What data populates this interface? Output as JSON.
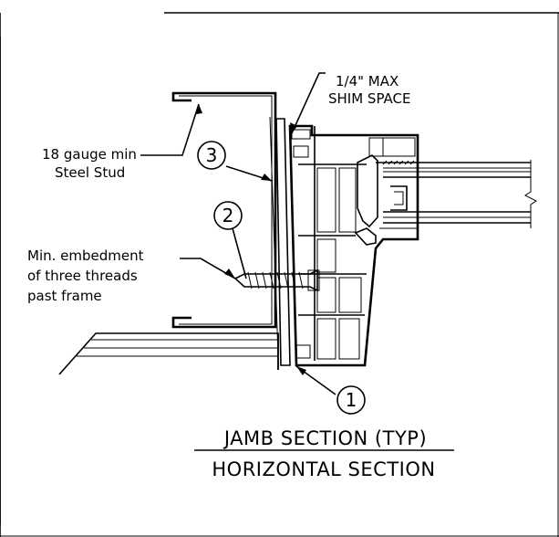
{
  "drawing": {
    "title_line1": "JAMB SECTION (TYP)",
    "title_line2": "HORIZONTAL SECTION"
  },
  "notes": {
    "shim_line1": "1/4\" MAX",
    "shim_line2": "SHIM SPACE",
    "stud_line1": "18 gauge min",
    "stud_line2": "Steel Stud",
    "embed_line1": "Min. embedment",
    "embed_line2": "of three threads",
    "embed_line3": "past frame"
  },
  "callouts": [
    {
      "number": "1"
    },
    {
      "number": "2"
    },
    {
      "number": "3"
    }
  ]
}
